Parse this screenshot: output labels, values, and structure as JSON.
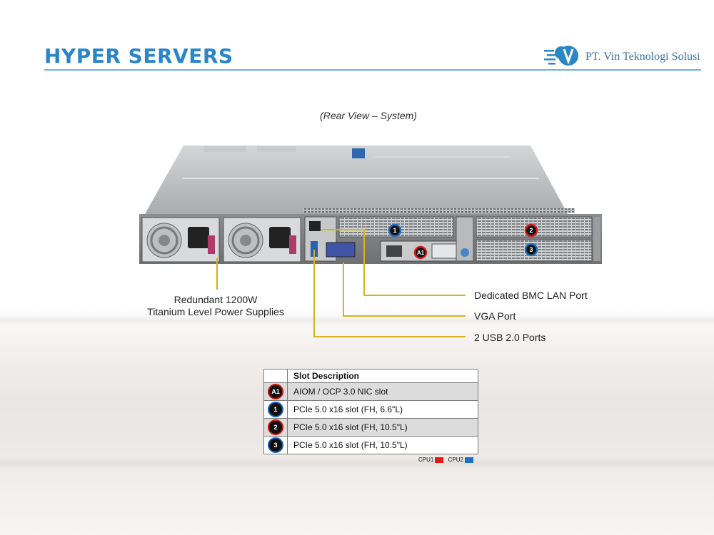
{
  "header": {
    "title": "HYPER SERVERS",
    "company": "PT. Vin Teknologi Solusi",
    "brand_color": "#2a86c6"
  },
  "figure": {
    "caption": "(Rear View – System)"
  },
  "callouts": {
    "power_supplies_line1": "Redundant  1200W",
    "power_supplies_line2": "Titanium  Level Power Supplies",
    "bmc": "Dedicated BMC LAN Port",
    "vga": "VGA Port",
    "usb": "2 USB 2.0 Ports",
    "leader_color": "#d6b21c"
  },
  "server_badges": {
    "a1": "A1",
    "s1": "1",
    "s2": "2",
    "s3": "3"
  },
  "slot_table": {
    "header": "Slot Description",
    "rows": [
      {
        "badge": "A1",
        "cpu": "CPU1",
        "description": "AIOM / OCP 3.0 NIC  slot"
      },
      {
        "badge": "1",
        "cpu": "CPU2",
        "description": "PCIe  5.0 x16 slot (FH,  6.6\"L)"
      },
      {
        "badge": "2",
        "cpu": "CPU1",
        "description": "PCIe  5.0 x16 slot (FH,  10.5\"L)"
      },
      {
        "badge": "3",
        "cpu": "CPU2",
        "description": "PCIe  5.0 x16 slot (FH,  10.5\"L)"
      }
    ]
  },
  "cpu_legend": {
    "cpu1_label": "CPU1",
    "cpu1_color": "#e01b1b",
    "cpu2_label": "CPU2",
    "cpu2_color": "#1f6fc0"
  }
}
